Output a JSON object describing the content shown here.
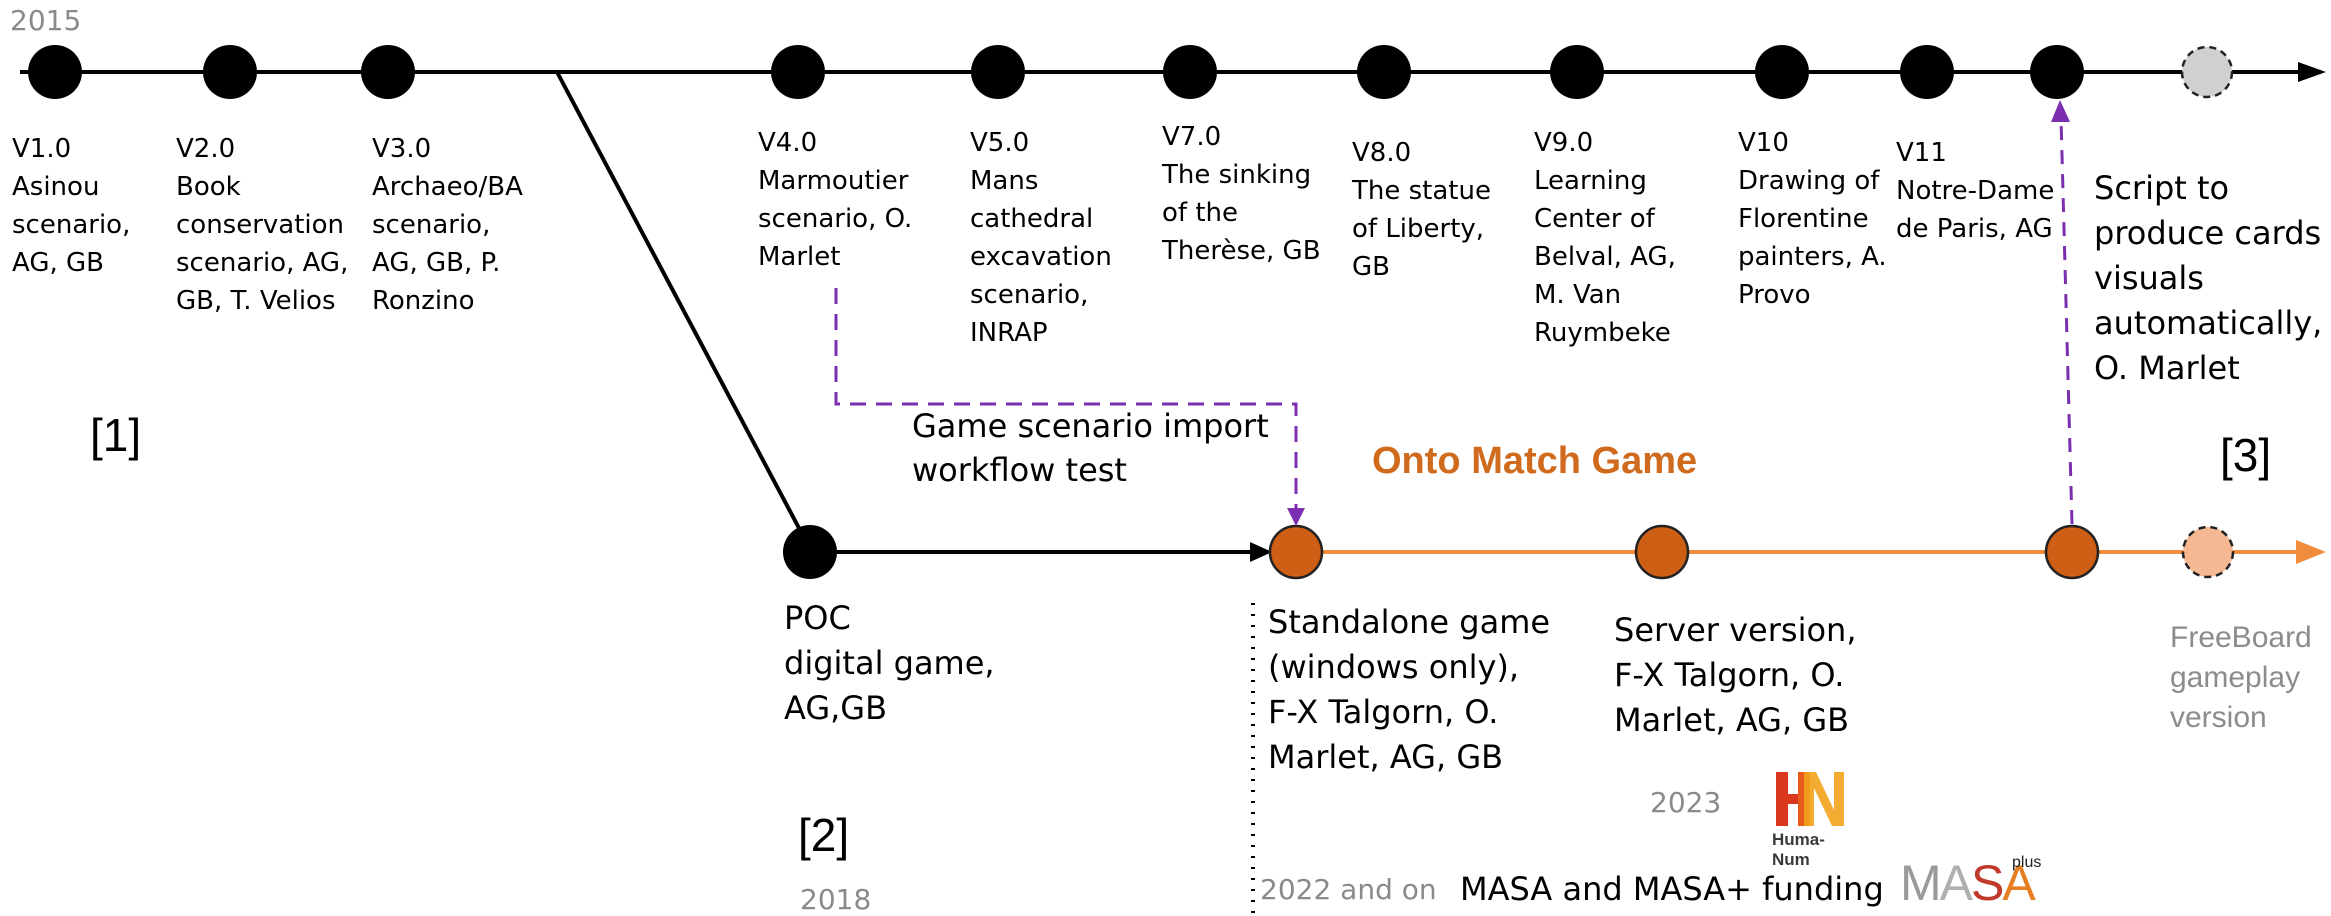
{
  "years": {
    "start": "2015",
    "poc": "2018",
    "standalone": "2022 and on",
    "server": "2023"
  },
  "refs": [
    "[1]",
    "[2]",
    "[3]"
  ],
  "versions": [
    {
      "label": "V1.0\nAsinou\nscenario,\nAG, GB"
    },
    {
      "label": "V2.0\nBook\nconservation\nscenario, AG,\nGB, T. Velios"
    },
    {
      "label": "V3.0\nArchaeo/BA\nscenario,\nAG, GB, P.\nRonzino"
    },
    {
      "label": "V4.0\nMarmoutier\nscenario, O.\nMarlet"
    },
    {
      "label": "V5.0\nMans\ncathedral\nexcavation\nscenario,\nINRAP"
    },
    {
      "label": "V7.0\nThe sinking\nof the\nTherèse, GB"
    },
    {
      "label": "V8.0\nThe statue\nof Liberty,\nGB"
    },
    {
      "label": "V9.0\nLearning\nCenter of\nBelval, AG,\nM. Van\nRuymbeke"
    },
    {
      "label": "V10\nDrawing of\nFlorentine\npainters, A.\nProvo"
    },
    {
      "label": "V11\nNotre-Dame\nde Paris, AG"
    }
  ],
  "script_note": "Script to\nproduce cards\nvisuals\nautomatically,\nO. Marlet",
  "import_note": "Game scenario import\nworkflow test",
  "game_title": "Onto Match Game",
  "poc_label": "POC\ndigital game,\nAG,GB",
  "standalone_label": "Standalone game\n(windows only),\nF-X Talgorn, O.\nMarlet, AG, GB",
  "server_label": "Server version,\nF-X Talgorn, O.\nMarlet, AG, GB",
  "freeboard_label": "FreeBoard\ngameplay\nversion",
  "funding_label": "MASA and MASA+ funding",
  "logos": {
    "huma_num": "Huma-Num",
    "masa": "MASA",
    "masa_sup": "plus"
  },
  "colors": {
    "top_line": "#000000",
    "game_line": "#f08c3c",
    "game_node": "#cc5f14",
    "future_top_node": "#d0d0d0",
    "future_game_node": "#f6b892",
    "link_arrow": "#7b2fb0",
    "game_title": "#d06a1c"
  }
}
